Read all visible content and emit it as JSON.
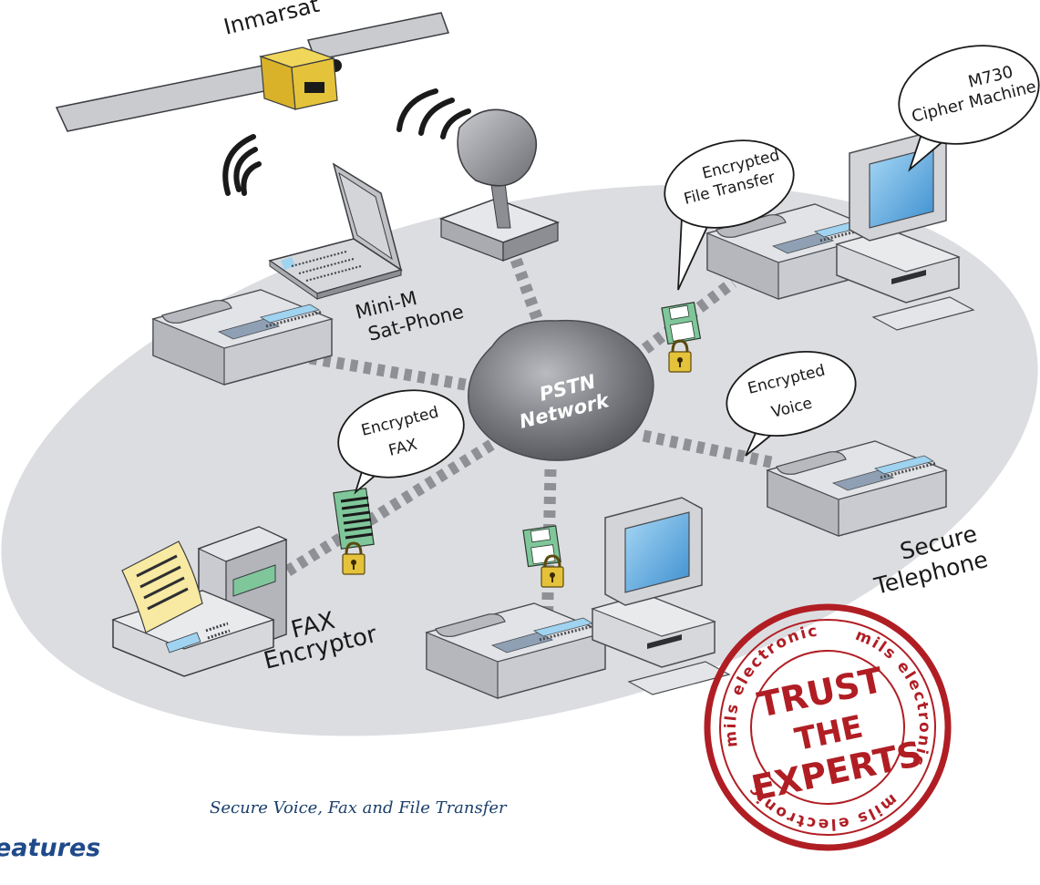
{
  "labels": {
    "satellite": "Inmarsat",
    "mini_m": [
      "Mini-M",
      "Sat-Phone"
    ],
    "cipher_machine": [
      "M730",
      "Cipher Machine"
    ],
    "file_transfer": [
      "Encrypted",
      "File Transfer"
    ],
    "pstn": [
      "PSTN",
      "Network"
    ],
    "enc_voice": [
      "Encrypted",
      "Voice"
    ],
    "enc_fax": [
      "Encrypted",
      "FAX"
    ],
    "fax_encryptor": [
      "FAX",
      "Encryptor"
    ],
    "secure_telephone": [
      "Secure",
      "Telephone"
    ]
  },
  "stamp": {
    "center": [
      "TRUST",
      "THE",
      "EXPERTS"
    ],
    "ring_text": "mils electronic",
    "color": "#b01e24"
  },
  "caption": "Secure Voice, Fax and File Transfer",
  "heading": "eatures",
  "colors": {
    "network_zone": "#dcdde0",
    "link_dash": "#8e9096",
    "device": "#d2d4d8",
    "screen": "#5aa9e0",
    "satellite_body": "#e4c23a",
    "lock": "#e4c23a",
    "heading": "#1f4a8a",
    "caption": "#1b3f6b"
  }
}
